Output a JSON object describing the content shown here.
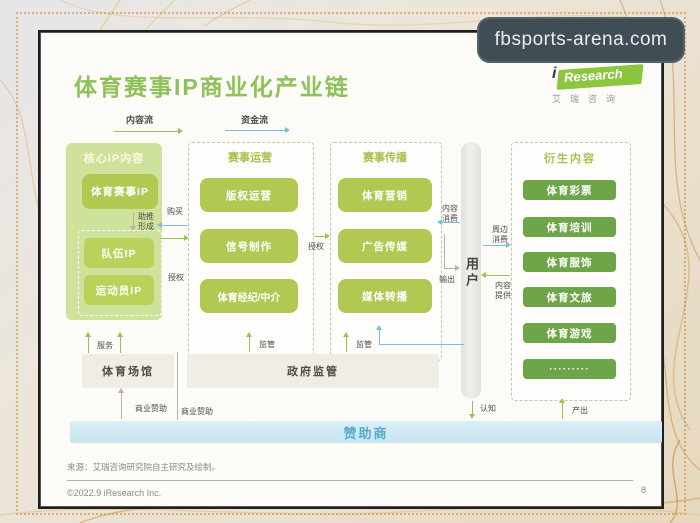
{
  "watermark": "fbsports-arena.com",
  "logo": {
    "i": "i",
    "name": "Research",
    "cn": "艾瑞咨询"
  },
  "title": "体育赛事IP商业化产业链",
  "legend": {
    "content_flow": "内容流",
    "money_flow": "资金流"
  },
  "core": {
    "header": "核心IP内容",
    "main": "体育赛事IP",
    "form": "助推形成",
    "team": "队伍IP",
    "athlete": "运动员IP"
  },
  "operation": {
    "header": "赛事运营",
    "boxes": [
      "版权运营",
      "信号制作",
      "体育经纪/中介"
    ]
  },
  "spread": {
    "header": "赛事传播",
    "boxes": [
      "体育营销",
      "广告传媒",
      "媒体转播"
    ]
  },
  "derived": {
    "header": "衍生内容",
    "boxes": [
      "体育彩票",
      "体育培训",
      "体育服饰",
      "体育文旅",
      "体育游戏",
      "·········"
    ]
  },
  "user": "用户",
  "labels": {
    "buy": "购买",
    "license_left": "授权",
    "license_mid": "授权",
    "content_consume": "内容消费",
    "output": "输出",
    "periph_consume": "周边消费",
    "content_provide": "内容提供",
    "cognition": "认知",
    "produce": "产出",
    "service": "服务",
    "supervise_1": "监管",
    "supervise_2": "监管",
    "sponsor_1": "商业赞助",
    "sponsor_2": "商业赞助"
  },
  "bottom": {
    "venue": "体育场馆",
    "government": "政府监管",
    "sponsor_bar": "赞助商"
  },
  "footer": {
    "source": "来源：艾瑞咨询研究院自主研究及绘制。",
    "copyright": "©2022.9 iResearch Inc.",
    "page": "8"
  },
  "colors": {
    "accent_green": "#8fc158",
    "box_green": "#b1c952",
    "dark_green": "#6fa549",
    "teal": "#7bbfd6",
    "bar_blue": "#d3eaf3",
    "watermark_bg": "#414d54"
  }
}
